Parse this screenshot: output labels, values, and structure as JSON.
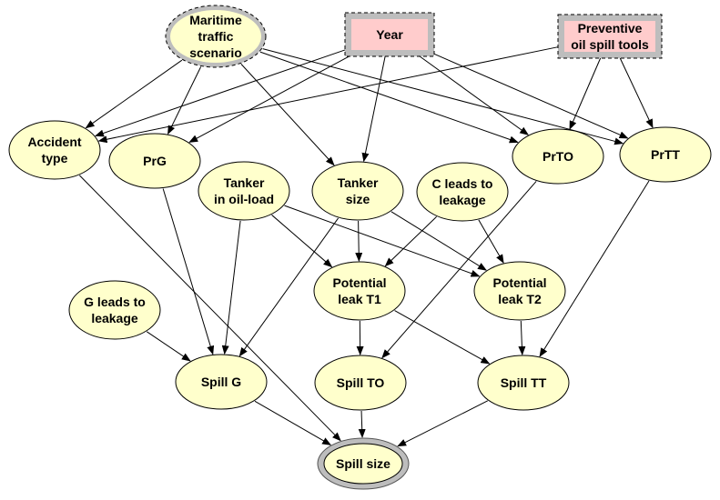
{
  "colors": {
    "node_fill": "#ffffcc",
    "node_stroke": "#000000",
    "decision_fill": "#ffcccc",
    "decision_frame": "#bdbdbd",
    "utility_ring": "#bdbdbd",
    "edge": "#000000"
  },
  "nodes": {
    "maritime_traffic": {
      "lines": [
        "Maritime",
        "traffic",
        "scenario"
      ],
      "kind": "chance-dashed"
    },
    "year": {
      "lines": [
        "Year"
      ],
      "kind": "decision"
    },
    "preventive_tools": {
      "lines": [
        "Preventive",
        "oil spill tools"
      ],
      "kind": "decision"
    },
    "accident_type": {
      "lines": [
        "Accident",
        "type"
      ],
      "kind": "chance"
    },
    "prg": {
      "lines": [
        "PrG"
      ],
      "kind": "chance"
    },
    "prto": {
      "lines": [
        "PrTO"
      ],
      "kind": "chance"
    },
    "prtt": {
      "lines": [
        "PrTT"
      ],
      "kind": "chance"
    },
    "tanker_oil_load": {
      "lines": [
        "Tanker",
        "in oil-load"
      ],
      "kind": "chance"
    },
    "tanker_size": {
      "lines": [
        "Tanker",
        "size"
      ],
      "kind": "chance"
    },
    "c_leads_leakage": {
      "lines": [
        "C leads to",
        "leakage"
      ],
      "kind": "chance"
    },
    "potential_leak_t1": {
      "lines": [
        "Potential",
        "leak T1"
      ],
      "kind": "chance"
    },
    "potential_leak_t2": {
      "lines": [
        "Potential",
        "leak T2"
      ],
      "kind": "chance"
    },
    "g_leads_leakage": {
      "lines": [
        "G leads to",
        "leakage"
      ],
      "kind": "chance"
    },
    "spill_g": {
      "lines": [
        "Spill G"
      ],
      "kind": "chance"
    },
    "spill_to": {
      "lines": [
        "Spill TO"
      ],
      "kind": "chance"
    },
    "spill_tt": {
      "lines": [
        "Spill TT"
      ],
      "kind": "chance"
    },
    "spill_size": {
      "lines": [
        "Spill size"
      ],
      "kind": "utility"
    }
  },
  "edges": [
    [
      "maritime_traffic",
      "accident_type"
    ],
    [
      "maritime_traffic",
      "prg"
    ],
    [
      "maritime_traffic",
      "tanker_size"
    ],
    [
      "maritime_traffic",
      "prto"
    ],
    [
      "maritime_traffic",
      "prtt"
    ],
    [
      "year",
      "accident_type"
    ],
    [
      "year",
      "prg"
    ],
    [
      "year",
      "tanker_size"
    ],
    [
      "year",
      "prto"
    ],
    [
      "year",
      "prtt"
    ],
    [
      "preventive_tools",
      "accident_type"
    ],
    [
      "preventive_tools",
      "prto"
    ],
    [
      "preventive_tools",
      "prtt"
    ],
    [
      "accident_type",
      "spill_size"
    ],
    [
      "prg",
      "spill_g"
    ],
    [
      "prto",
      "spill_to"
    ],
    [
      "prtt",
      "spill_tt"
    ],
    [
      "tanker_oil_load",
      "potential_leak_t1"
    ],
    [
      "tanker_oil_load",
      "potential_leak_t2"
    ],
    [
      "tanker_oil_load",
      "spill_g"
    ],
    [
      "tanker_size",
      "potential_leak_t1"
    ],
    [
      "tanker_size",
      "potential_leak_t2"
    ],
    [
      "tanker_size",
      "spill_g"
    ],
    [
      "c_leads_leakage",
      "potential_leak_t1"
    ],
    [
      "c_leads_leakage",
      "potential_leak_t2"
    ],
    [
      "potential_leak_t1",
      "spill_to"
    ],
    [
      "potential_leak_t1",
      "spill_tt"
    ],
    [
      "potential_leak_t2",
      "spill_tt"
    ],
    [
      "g_leads_leakage",
      "spill_g"
    ],
    [
      "spill_g",
      "spill_size"
    ],
    [
      "spill_to",
      "spill_size"
    ],
    [
      "spill_tt",
      "spill_size"
    ]
  ]
}
